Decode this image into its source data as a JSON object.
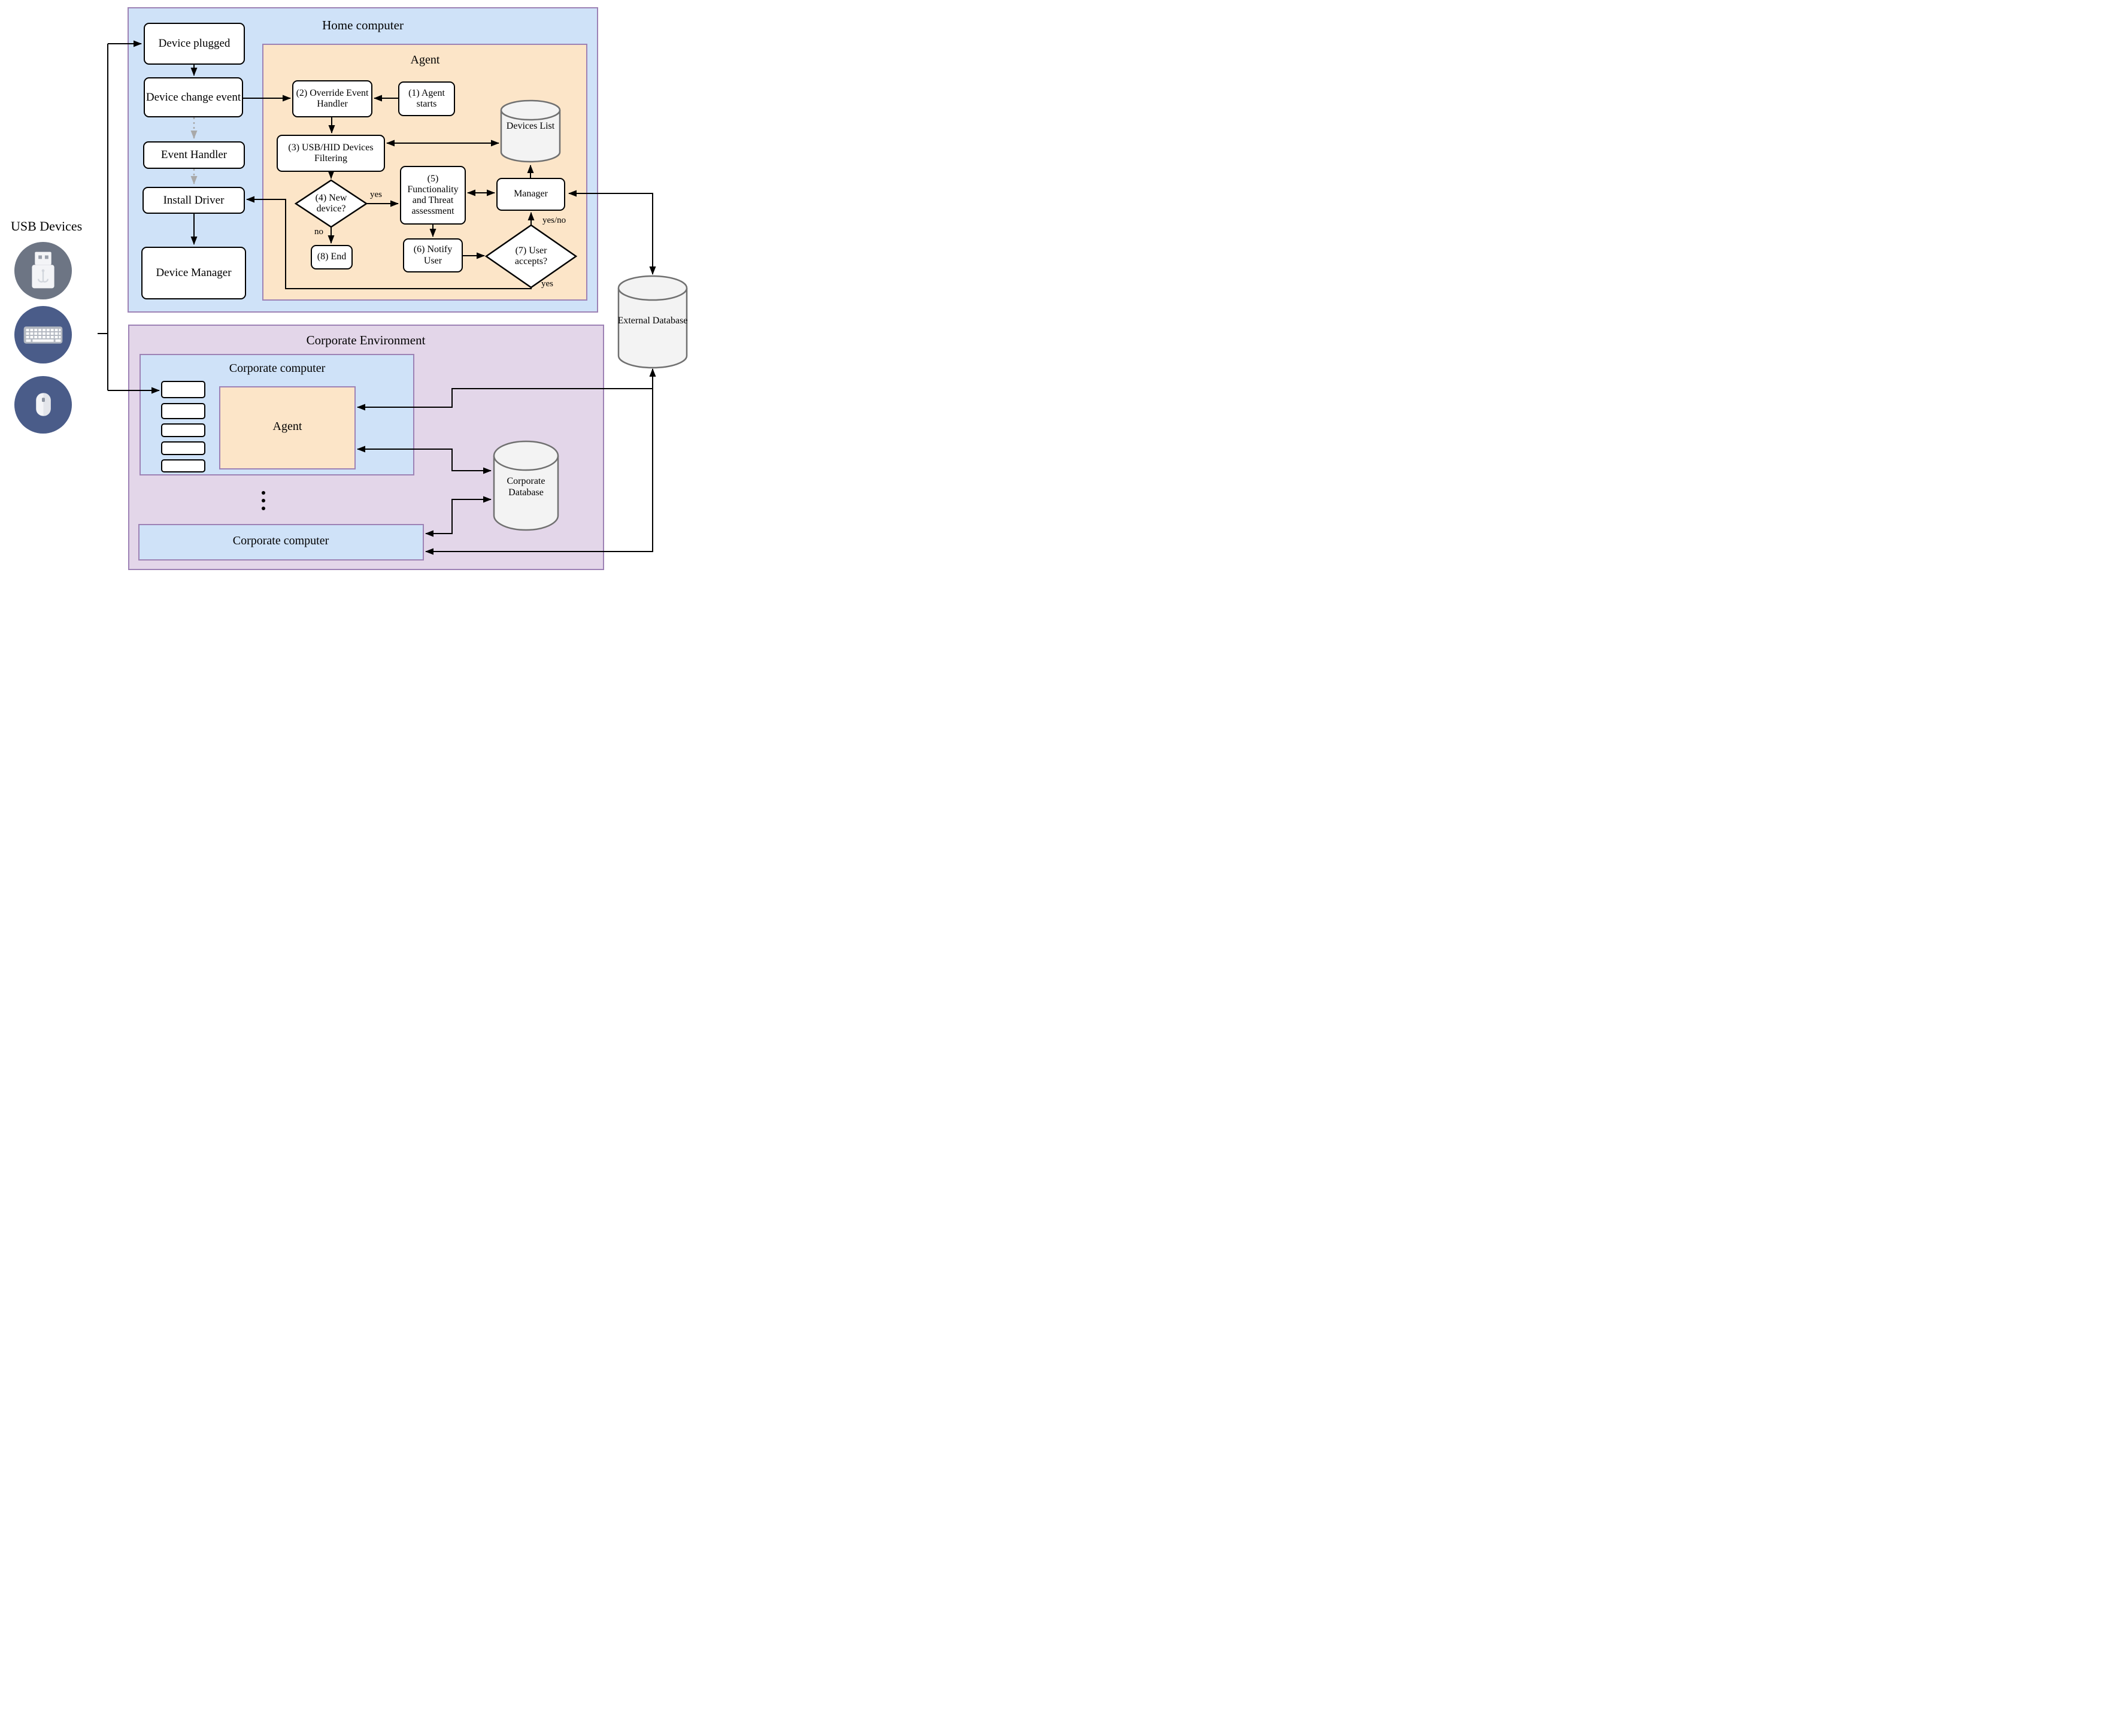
{
  "titles": {
    "home_computer": "Home computer",
    "home_agent": "Agent",
    "corporate_environment": "Corporate Environment",
    "corporate_computer_1": "Corporate computer",
    "corporate_computer_2": "Corporate computer",
    "corporate_agent": "Agent"
  },
  "usb_panel": {
    "label": "USB Devices",
    "icons": [
      "usb-flash-drive-icon",
      "keyboard-icon",
      "mouse-icon"
    ]
  },
  "home_nodes": {
    "device_plugged": "Device plugged",
    "device_change_event": "Device change event",
    "event_handler": "Event Handler",
    "install_driver": "Install Driver",
    "device_manager": "Device Manager"
  },
  "agent_flow": {
    "step1": "(1) Agent starts",
    "step2": "(2) Override Event Handler",
    "step3": "(3) USB/HID Devices Filtering",
    "step4": "(4) New device?",
    "step5": "(5) Functionality and Threat assessment",
    "step6": "(6) Notify User",
    "step7": "(7) User accepts?",
    "step8": "(8) End",
    "manager": "Manager",
    "devices_list": "Devices List"
  },
  "databases": {
    "external": "External Database",
    "corporate": "Corporate Database"
  },
  "edge_labels": {
    "new_device_yes": "yes",
    "new_device_no": "no",
    "user_accepts_yes": "yes",
    "user_accepts_yesno": "yes/no"
  },
  "colors": {
    "home_fill": "#cfe2f8",
    "agent_fill": "#fce5c8",
    "corp_env_fill": "#e3d6e9",
    "border_purple": "#9d82b5",
    "node_border": "#000000",
    "cylinder_fill": "#f3f3f3",
    "cylinder_stroke": "#707070",
    "line_color": "#000000",
    "dotted_arrow_gray": "#a9a9a9",
    "usb_circle_gray": "#6d7584",
    "usb_circle_blue": "#4a5c89"
  }
}
